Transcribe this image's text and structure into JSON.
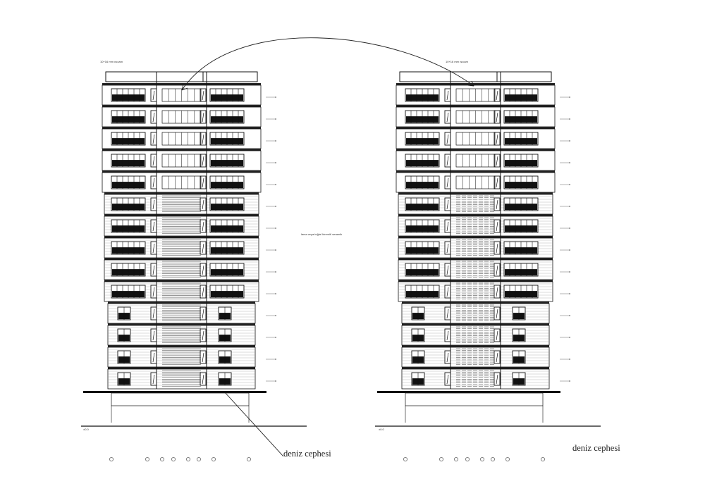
{
  "sheet": {
    "caption_left": "deniz cephesi",
    "caption_right": "deniz cephesi",
    "note_glass_left": "10+16 mm  ısıcam",
    "note_glass_right": "10+16 mm  ısıcam",
    "note_cladding": "lama veya  tuğla/ kiremit/ seramik",
    "ground_mark_left": "±0.0",
    "ground_mark_right": "±0.0"
  },
  "elevations": [
    {
      "id": "left",
      "floors": 14,
      "glazed_floors": 5,
      "axis_count": 8
    },
    {
      "id": "right",
      "floors": 14,
      "glazed_floors": 5,
      "axis_count": 8
    }
  ]
}
